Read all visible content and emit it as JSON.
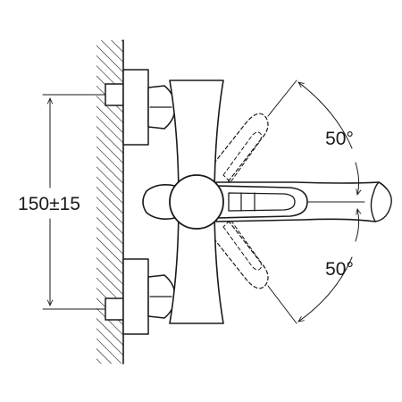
{
  "dimensions": {
    "mount_spacing": "150±15",
    "swing_angle_up": "50°",
    "swing_angle_down": "50°"
  },
  "colors": {
    "line": "#1a1a1a",
    "background": "#ffffff"
  }
}
